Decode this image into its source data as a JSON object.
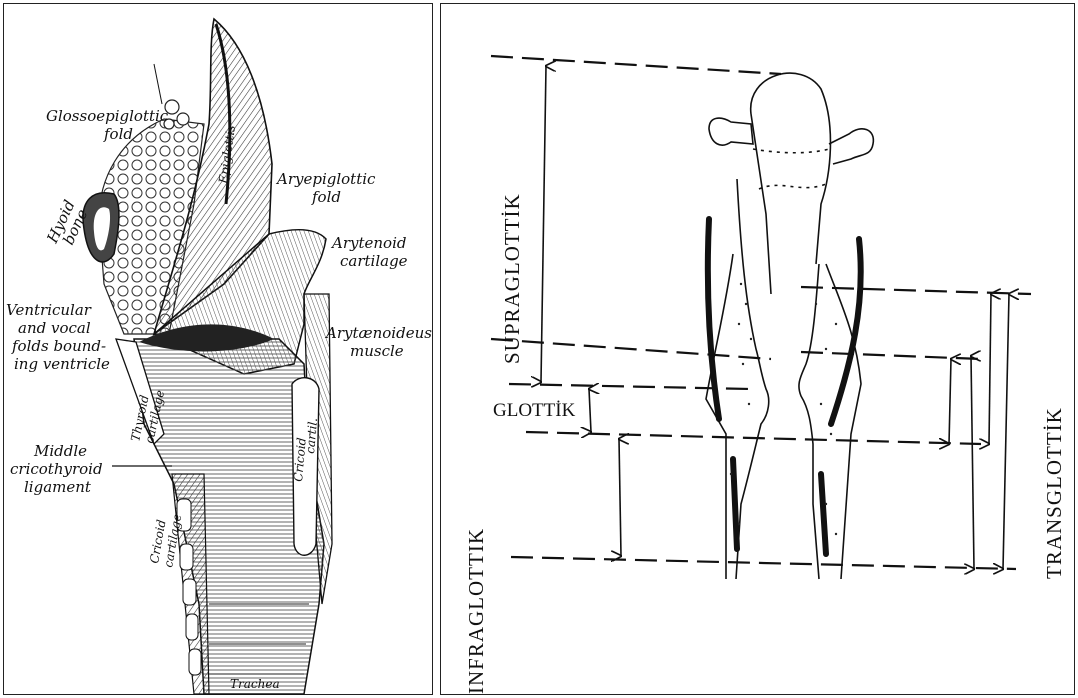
{
  "left_figure": {
    "labels": {
      "glossoepiglottic_1": "Glossoepiglottic",
      "glossoepiglottic_2": "fold",
      "hyoid_1": "Hyoid",
      "hyoid_2": "bone",
      "epiglottis": "Epiglottis",
      "aryepiglottic_1": "Aryepiglottic",
      "aryepiglottic_2": "fold",
      "arytenoid_1": "Arytenoid",
      "arytenoid_2": "cartilage",
      "ventricular_1": "Ventricular",
      "ventricular_2": "and vocal",
      "ventricular_3": "folds bound-",
      "ventricular_4": "ing ventricle",
      "arytaenoideus_1": "Arytænoideus",
      "arytaenoideus_2": "muscle",
      "thyroid_1": "Thyroid",
      "thyroid_2": "cartilage",
      "cricoid_left_1": "Cricoid",
      "cricoid_left_2": "cartilage",
      "cricoid_right_1": "Cricoid",
      "cricoid_right_2": "cartil.",
      "middle_1": "Middle",
      "middle_2": "cricothyroid",
      "middle_3": "ligament",
      "trachea": "Trachea"
    }
  },
  "right_figure": {
    "labels": {
      "supraglottic": "SUPRAGLOTTİK",
      "glottic": "GLOTTİK",
      "infraglottic": "INFRAGLOTTIK",
      "transglottic": "TRANSGLOTTİK"
    }
  }
}
